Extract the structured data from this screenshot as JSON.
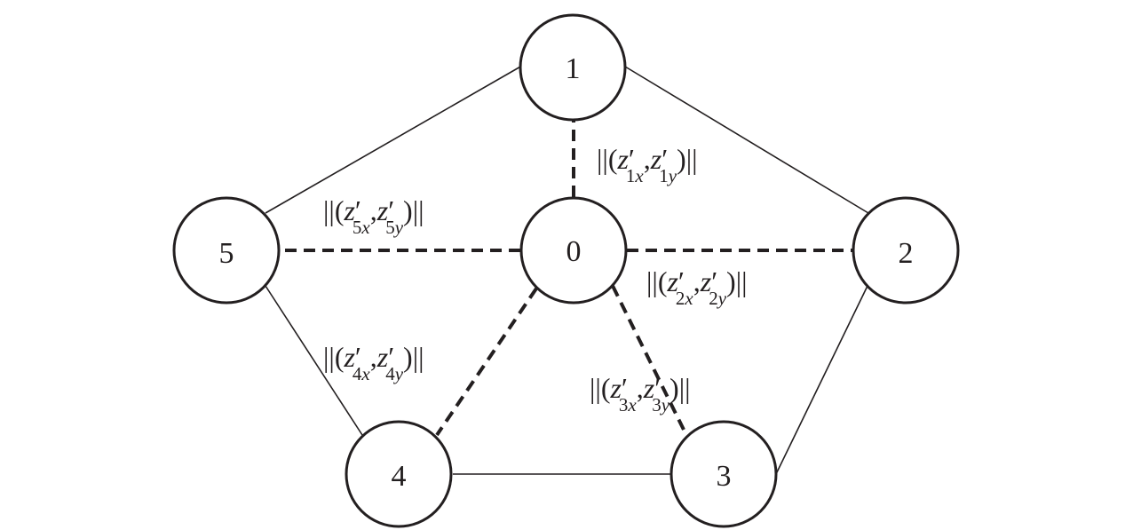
{
  "nodes": [
    {
      "id": "0",
      "label": "0"
    },
    {
      "id": "1",
      "label": "1"
    },
    {
      "id": "2",
      "label": "2"
    },
    {
      "id": "3",
      "label": "3"
    },
    {
      "id": "4",
      "label": "4"
    },
    {
      "id": "5",
      "label": "5"
    }
  ],
  "edges": {
    "solid": [
      {
        "from": "1",
        "to": "2"
      },
      {
        "from": "1",
        "to": "5"
      },
      {
        "from": "5",
        "to": "4"
      },
      {
        "from": "4",
        "to": "3"
      },
      {
        "from": "3",
        "to": "2"
      }
    ],
    "dashed": [
      {
        "from": "0",
        "to": "1",
        "label_index": "1"
      },
      {
        "from": "0",
        "to": "2",
        "label_index": "2"
      },
      {
        "from": "0",
        "to": "3",
        "label_index": "3"
      },
      {
        "from": "0",
        "to": "4",
        "label_index": "4"
      },
      {
        "from": "0",
        "to": "5",
        "label_index": "5"
      }
    ]
  },
  "edge_labels": {
    "open": "||(",
    "var": "z",
    "prime": "′",
    "x_sub": "x",
    "y_sub": "y",
    "comma": ",",
    "close": ")||"
  },
  "colors": {
    "stroke": "#231f20",
    "background": "#ffffff"
  }
}
